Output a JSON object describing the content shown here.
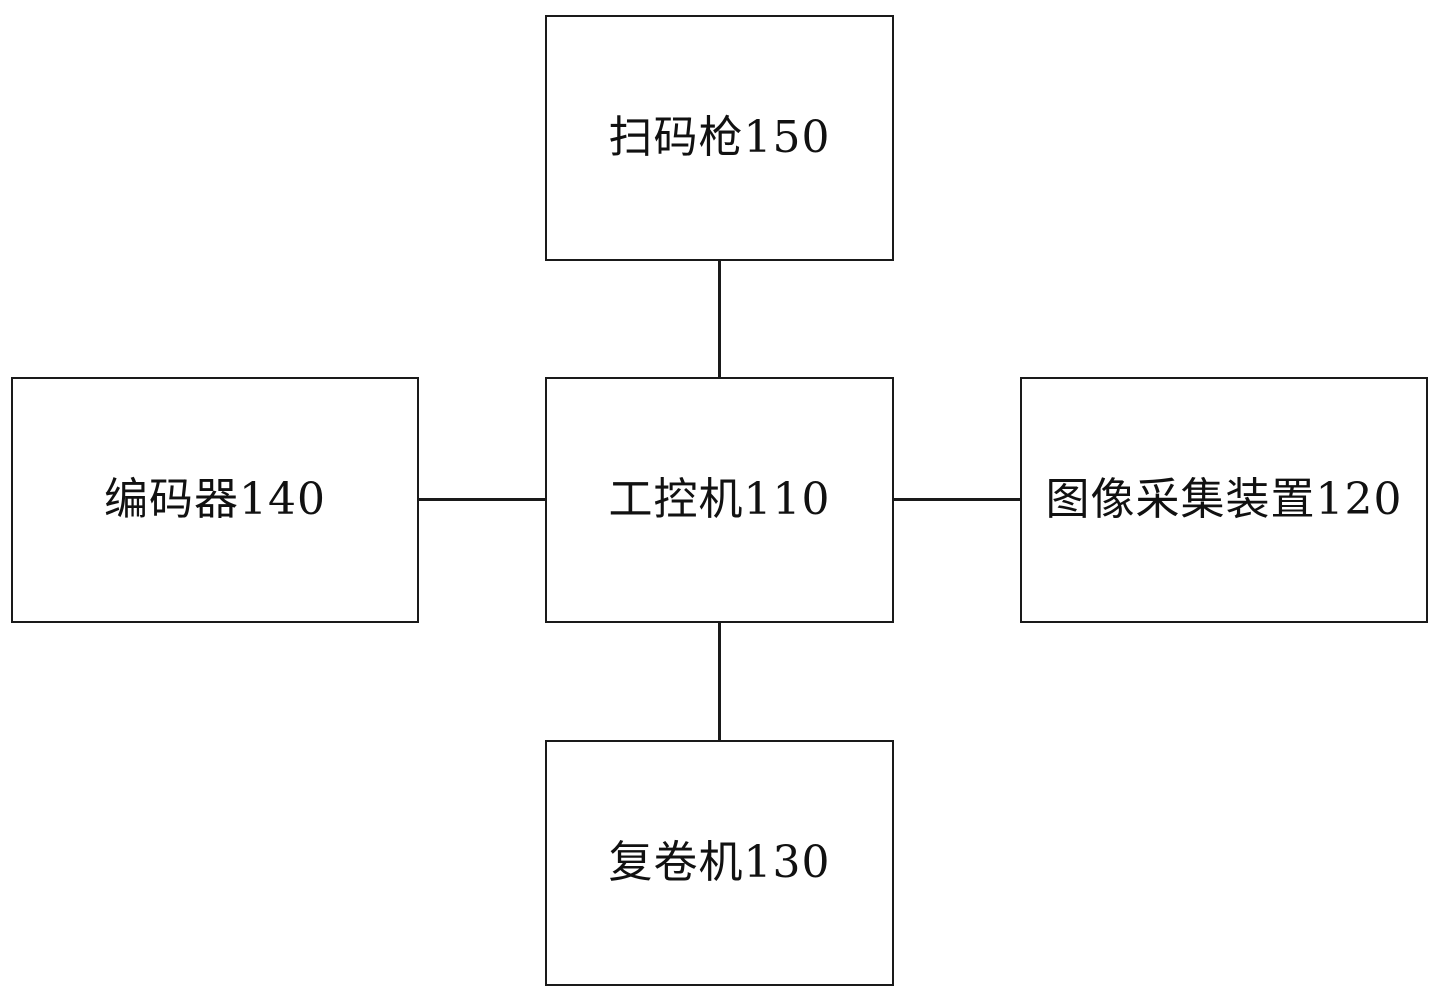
{
  "diagram": {
    "nodes": {
      "scanner": {
        "label": "扫码枪150"
      },
      "ipc": {
        "label": "工控机110"
      },
      "encoder": {
        "label": "编码器140"
      },
      "image_capture": {
        "label": "图像采集装置120"
      },
      "rewinder": {
        "label": "复卷机130"
      }
    },
    "edges": [
      {
        "from": "ipc",
        "to": "scanner"
      },
      {
        "from": "ipc",
        "to": "encoder"
      },
      {
        "from": "ipc",
        "to": "image_capture"
      },
      {
        "from": "ipc",
        "to": "rewinder"
      }
    ]
  }
}
